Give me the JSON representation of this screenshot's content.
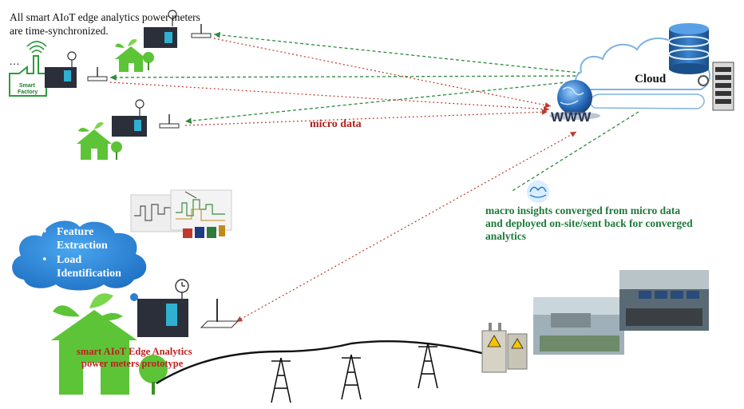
{
  "caption": {
    "line1": "All smart AIoT edge analytics power meters",
    "line2": "are time-synchronized."
  },
  "smart_factory": {
    "line1": "Smart",
    "line2": "Factory"
  },
  "ellipsis": "…",
  "micro_label": "micro data",
  "cloud_label": "Cloud",
  "www_label": "WWW",
  "macro": {
    "line1": "macro insights converged from micro data",
    "line2": "and deployed on-site/sent back for converged",
    "line3": "analytics"
  },
  "analysis_cloud": {
    "item1_line1": "Feature",
    "item1_line2": "Extraction",
    "item2_line1": "Load",
    "item2_line2": "Identification"
  },
  "prototype": {
    "line1": "smart AIoT Edge Analytics",
    "line2": "power meters prototype"
  },
  "colors": {
    "micro_arrow": "#c0392b",
    "macro_arrow": "#2e8b3e",
    "house_green": "#5cc436",
    "cloud_blue": "#2b7fd0",
    "text_green": "#1f7a3a",
    "text_red": "#b02020"
  },
  "icons": [
    "house-icon",
    "leaf-icon",
    "tree-icon",
    "clock-icon",
    "router-icon",
    "wifi-icon",
    "factory-icon",
    "cloud-icon",
    "database-icon",
    "server-icon",
    "globe-icon",
    "transmission-tower-icon",
    "transformer-icon",
    "control-room-image",
    "power-plant-image",
    "meter-device-image"
  ]
}
